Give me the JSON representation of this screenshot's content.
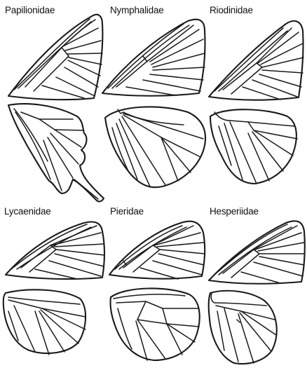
{
  "families": [
    {
      "id": "papilionidae",
      "label": "Papilionidae"
    },
    {
      "id": "nymphalidae",
      "label": "Nymphalidae"
    },
    {
      "id": "riodinidae",
      "label": "Riodinidae"
    },
    {
      "id": "lycaenidae",
      "label": "Lycaenidae"
    },
    {
      "id": "pieridae",
      "label": "Pieridae"
    },
    {
      "id": "hesperiidae",
      "label": "Hesperiidae"
    }
  ],
  "colors": {
    "ink": "#1a1a1a",
    "background": "#ffffff"
  }
}
